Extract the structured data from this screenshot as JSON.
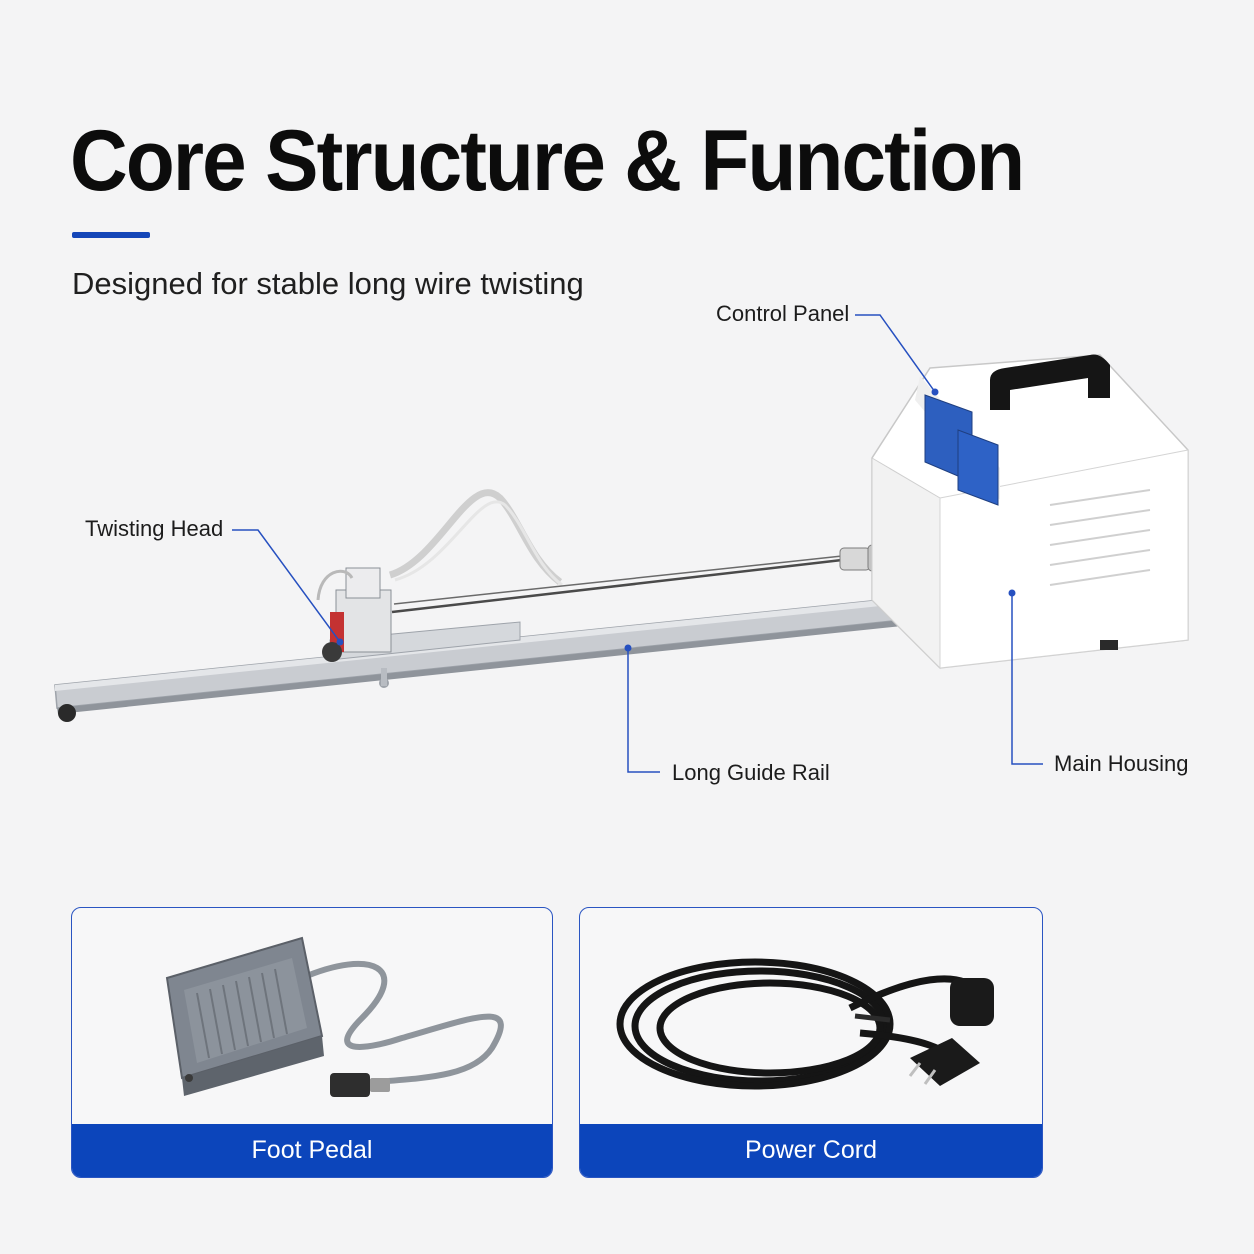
{
  "header": {
    "title": "Core Structure & Function",
    "subtitle": "Designed for stable long wire twisting"
  },
  "callouts": {
    "control_panel": "Control Panel",
    "twisting_head": "Twisting Head",
    "long_guide_rail": "Long Guide Rail",
    "main_housing": "Main Housing"
  },
  "accessories": {
    "foot_pedal": "Foot Pedal",
    "power_cord": "Power Cord"
  },
  "colors": {
    "accent": "#0c45bb",
    "background": "#f4f4f5",
    "title_text": "#0c0c0c"
  }
}
